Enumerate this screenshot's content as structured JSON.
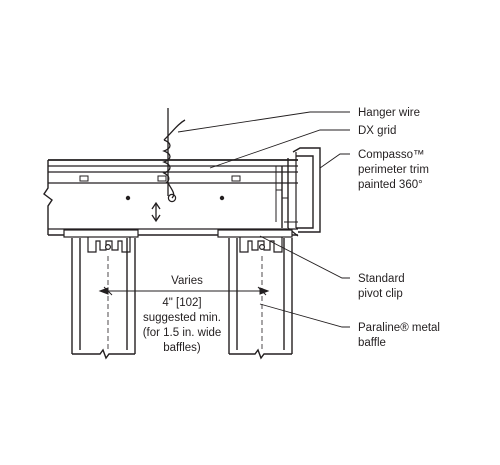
{
  "callouts": {
    "hanger_wire": "Hanger wire",
    "dx_grid": "DX grid",
    "compasso_line1": "Compasso™",
    "compasso_line2": "perimeter trim",
    "compasso_line3": "painted 360°",
    "pivot_clip_line1": "Standard",
    "pivot_clip_line2": "pivot clip",
    "baffle_line1": "Paraline® metal",
    "baffle_line2": "baffle"
  },
  "dimension": {
    "label": "Varies",
    "note_line1": "4\" [102]",
    "note_line2": "suggested min.",
    "note_line3": "(for 1.5 in. wide",
    "note_line4": "baffles)"
  },
  "colors": {
    "line": "#231f20",
    "background": "#ffffff"
  }
}
